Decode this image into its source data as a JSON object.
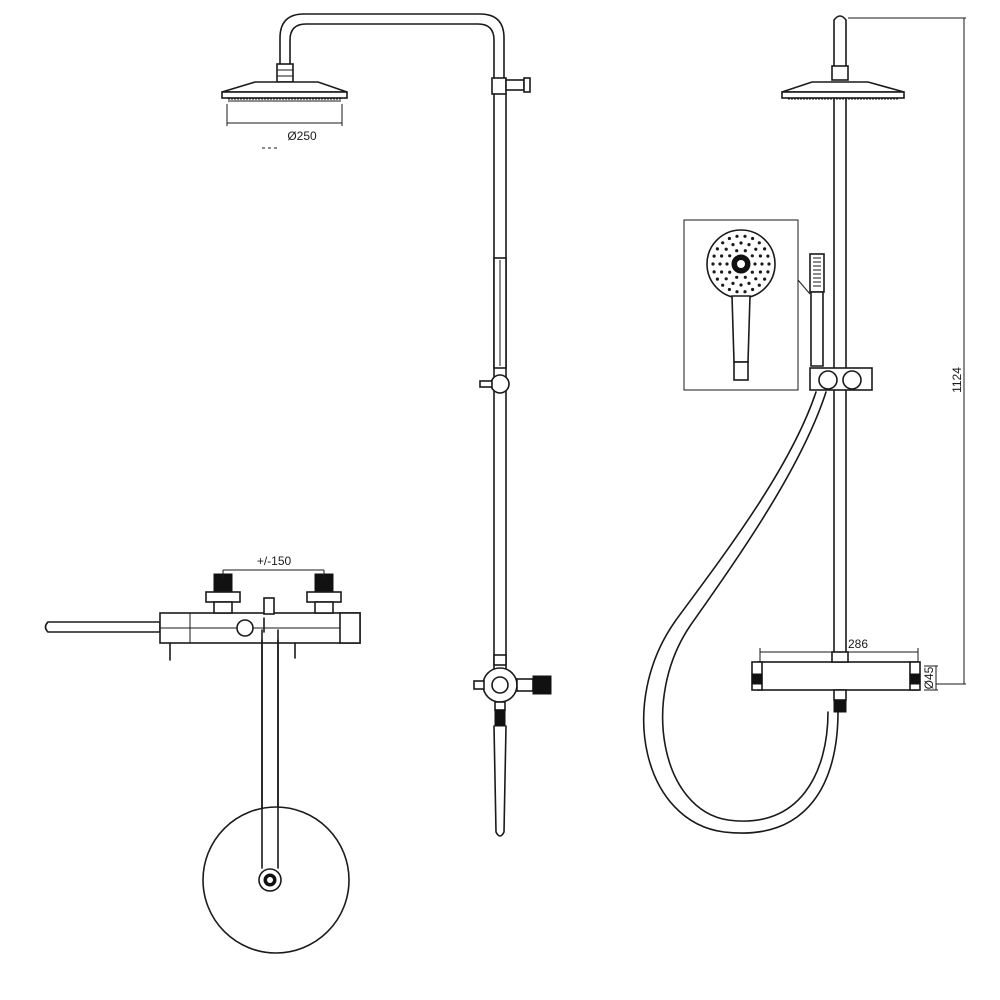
{
  "dimensions": {
    "head_diameter": "Ø250",
    "valve_spacing": "+/-150",
    "height": "1124",
    "body_width": "286",
    "body_diameter": "Ø45"
  }
}
